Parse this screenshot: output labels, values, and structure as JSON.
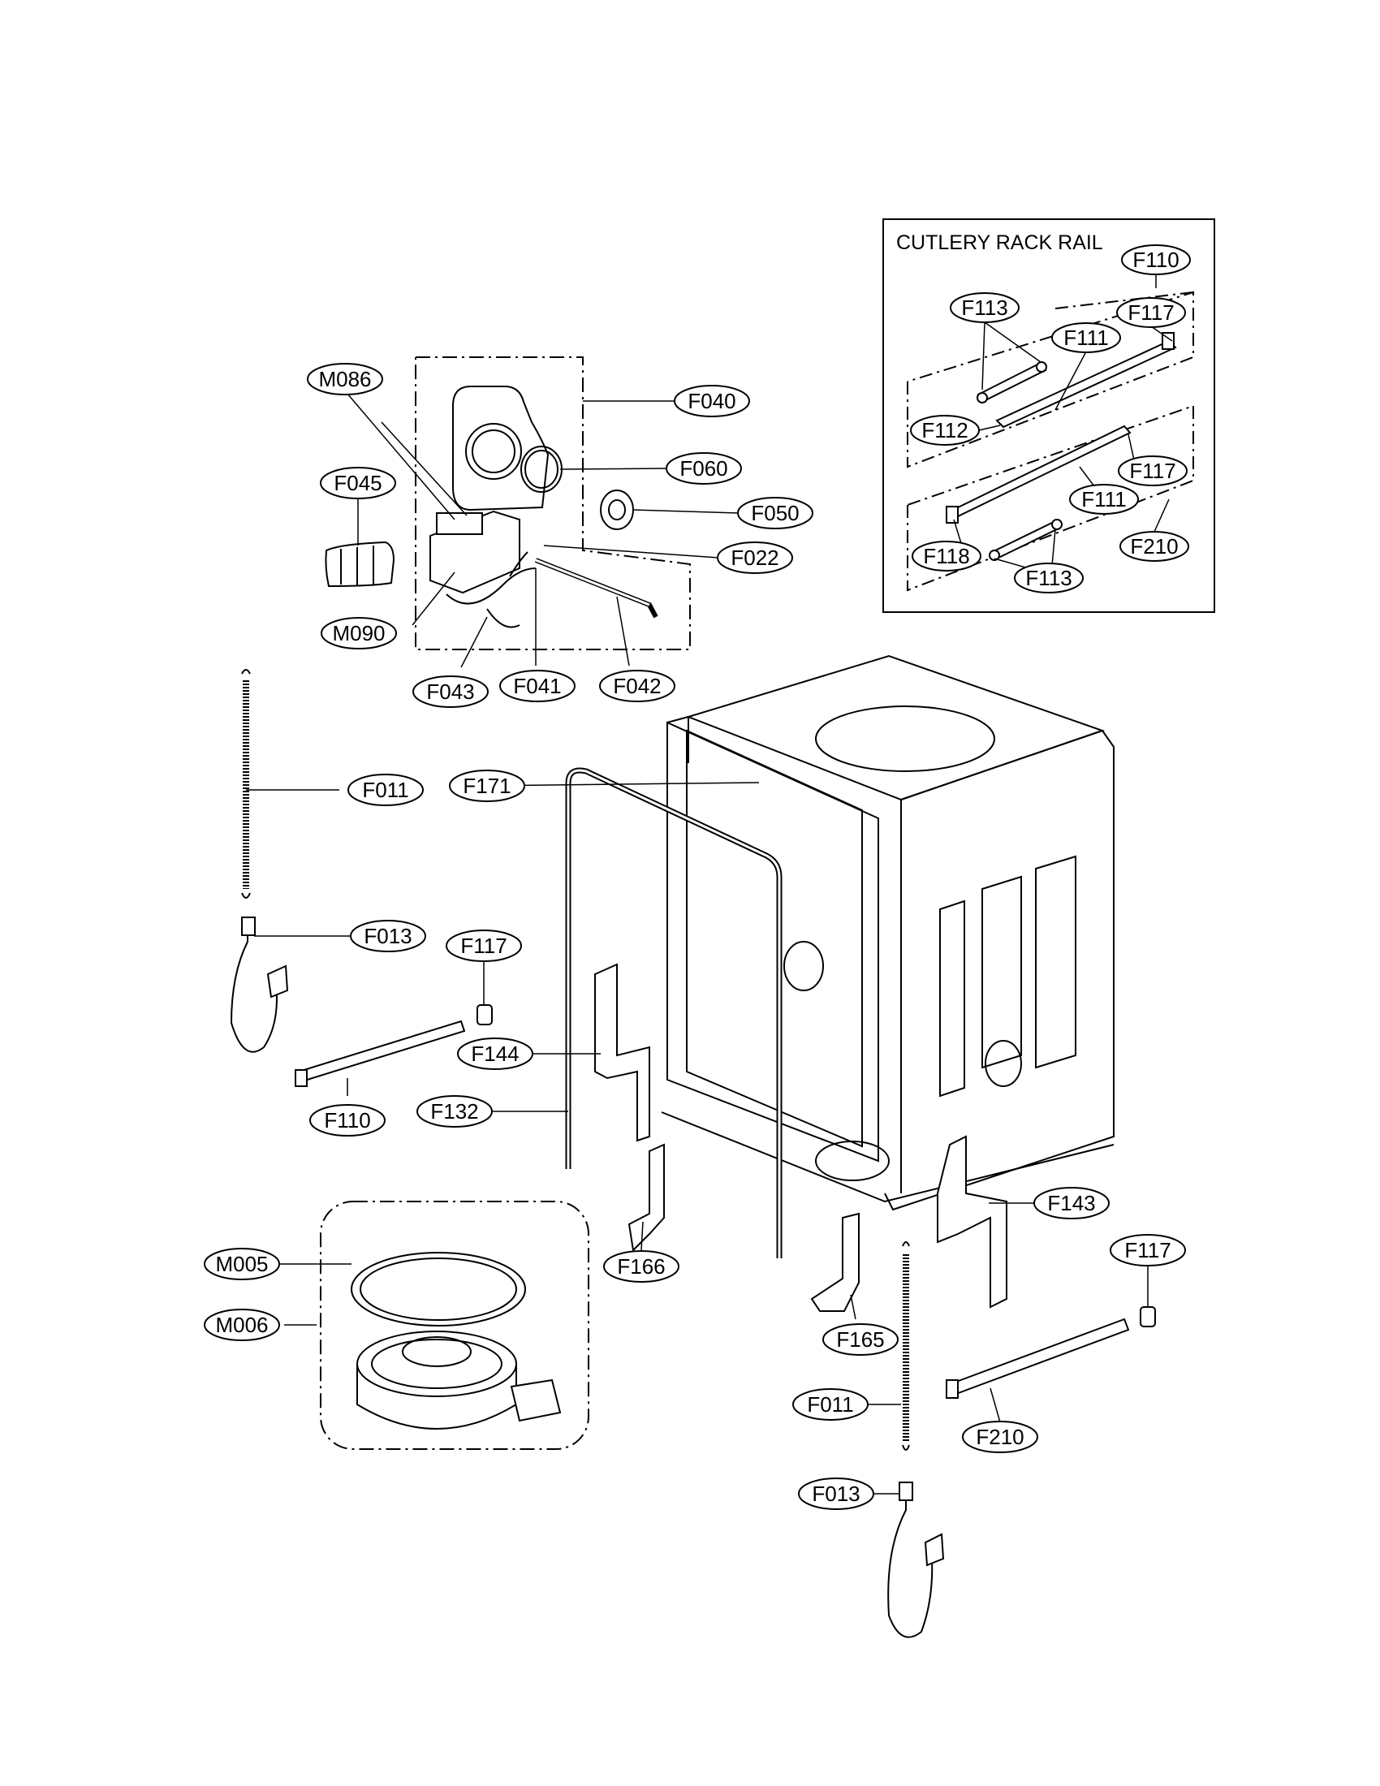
{
  "inset": {
    "title": "CUTLERY RACK RAIL",
    "labels": [
      "F110",
      "F113",
      "F117",
      "F111",
      "F112",
      "F117",
      "F111",
      "F210",
      "F118",
      "F113"
    ]
  },
  "labels": [
    "M086",
    "F040",
    "F045",
    "F060",
    "F050",
    "F022",
    "M090",
    "F043",
    "F041",
    "F042",
    "F011",
    "F171",
    "F013",
    "F117",
    "F144",
    "F110",
    "F132",
    "M005",
    "M006",
    "F166",
    "F143",
    "F117",
    "F165",
    "F011",
    "F210",
    "F013"
  ]
}
